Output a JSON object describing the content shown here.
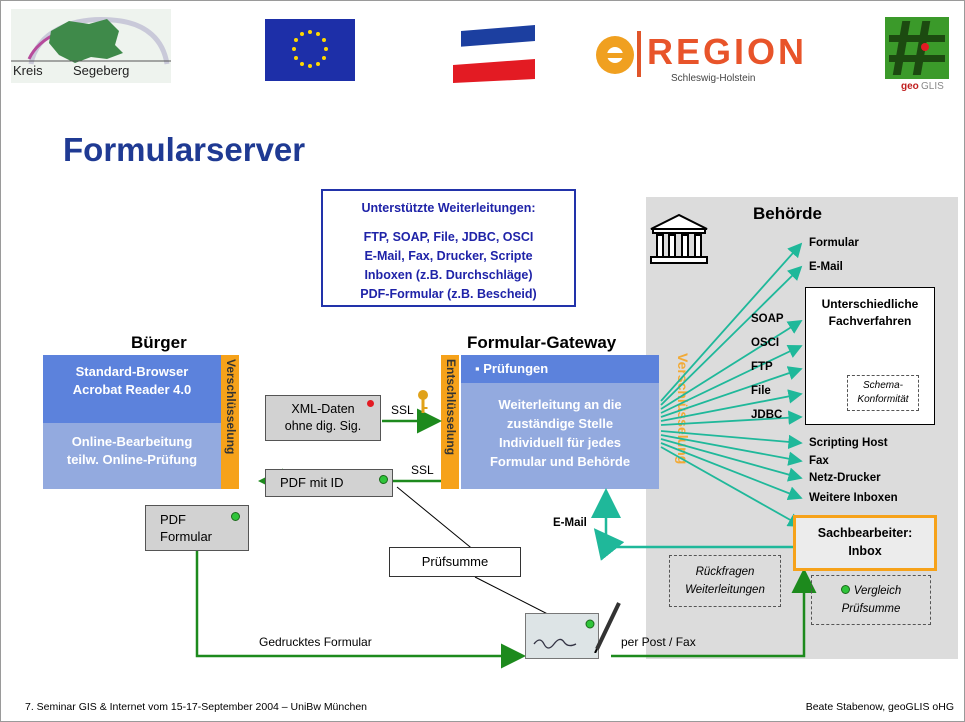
{
  "header": {
    "kreis_name_left": "Kreis",
    "kreis_name_right": "Segeberg",
    "eregion_main": "REGION",
    "eregion_sub": "Schleswig-Holstein",
    "geoglis_geo": "geo",
    "geoglis_glis": "GLIS"
  },
  "title": "Formularserver",
  "forwarding_box": {
    "heading": "Unterstützte Weiterleitungen:",
    "lines": [
      "FTP, SOAP, File, JDBC, OSCI",
      "E-Mail, Fax, Drucker, Scripte",
      "Inboxen (z.B. Durchschläge)",
      "PDF-Formular (z.B. Bescheid)"
    ]
  },
  "citizen": {
    "label": "Bürger",
    "top_lines": [
      "Standard-Browser",
      "Acrobat Reader 4.0"
    ],
    "bottom_lines": [
      "Online-Bearbeitung",
      "teilw. Online-Prüfung"
    ],
    "bar_text": "Verschlüsselung"
  },
  "gateway": {
    "label": "Formular-Gateway",
    "bar_text": "Entschlüsselung",
    "top_text": "▪ Prüfungen",
    "body_lines": [
      "Weiterleitung an die",
      "zuständige Stelle",
      "Individuell für jedes",
      "Formular und Behörde"
    ],
    "overlay_text": "Verschlüsselung"
  },
  "authority": {
    "label": "Behörde",
    "targets_top": [
      "Formular",
      "E-Mail"
    ],
    "protocols": [
      "SOAP",
      "OSCI",
      "FTP",
      "File",
      "JDBC"
    ],
    "fachverfahren_lines": [
      "Unterschiedliche",
      "Fachverfahren"
    ],
    "schema_lines": [
      "Schema-",
      "Konformität"
    ],
    "targets_bottom": [
      "Scripting Host",
      "Fax",
      "Netz-Drucker",
      "Weitere Inboxen"
    ],
    "inbox_lines": [
      "Sachbearbeiter:",
      "Inbox"
    ],
    "rueckfragen_lines": [
      "Rückfragen",
      "Weiterleitungen"
    ],
    "vergleich_lines": [
      "Vergleich",
      "Prüfsumme"
    ]
  },
  "flows": {
    "xml_doc_lines": [
      "XML-Daten",
      "ohne dig. Sig."
    ],
    "ssl_label": "SSL",
    "pdf_id_label": "PDF mit ID",
    "pdf_form_lines": [
      "PDF",
      "Formular"
    ],
    "pruefsumme_label": "Prüfsumme",
    "email_label": "E-Mail",
    "printed_label": "Gedrucktes Formular",
    "post_label": "per Post / Fax"
  },
  "footer": {
    "left": "7. Seminar GIS & Internet vom 15-17-September 2004 – UniBw München",
    "right": "Beate Stabenow, geoGLIS oHG"
  },
  "colors": {
    "title_blue": "#1f3a93",
    "box_blue": "#5c82dc",
    "box_light_blue": "#93aadf",
    "bar_orange": "#f6a21a",
    "arrow_teal": "#1fb89a",
    "arrow_green": "#1d8a1d",
    "inbox_orange": "#f6a21a"
  }
}
